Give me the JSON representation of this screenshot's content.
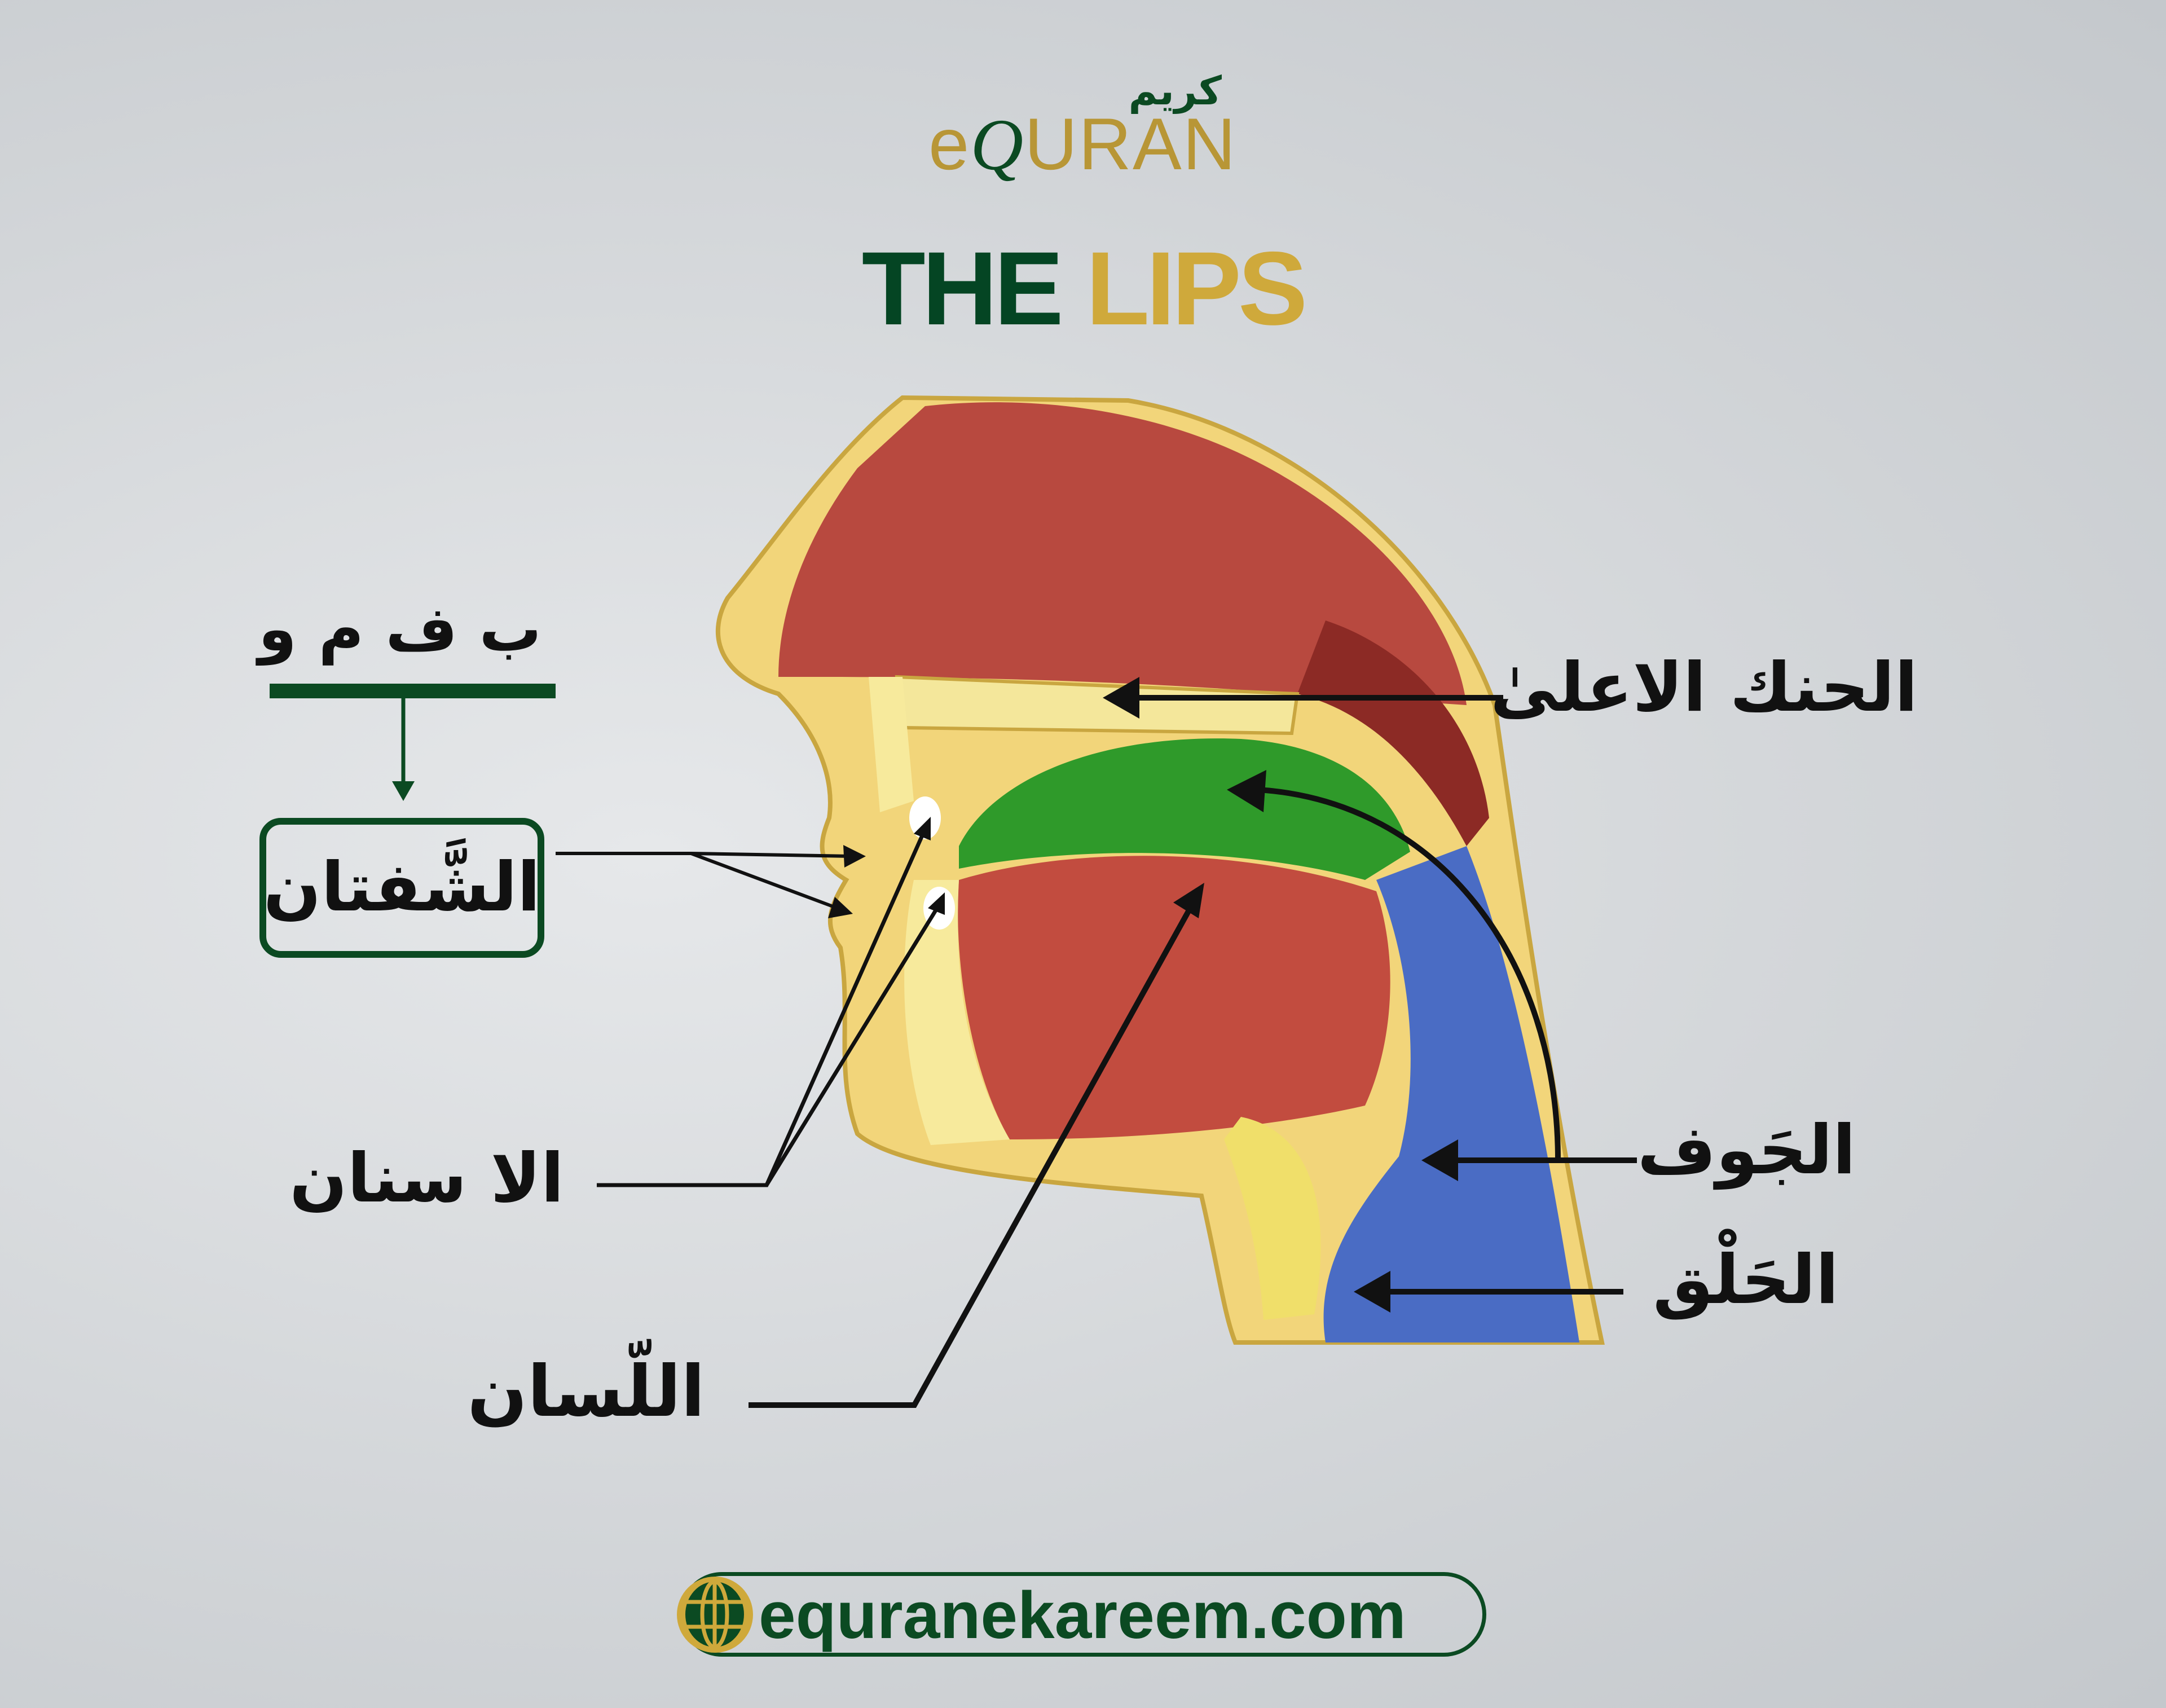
{
  "logo": {
    "arabic": "كريم",
    "e": "e",
    "q": "Q",
    "rest": "URAN"
  },
  "title": {
    "part1": "THE",
    "part2": "LIPS"
  },
  "labels": {
    "letters": "ب ف م و",
    "lips": "الشَّفتان",
    "teeth": "الا سنان",
    "tongue": "اللّسان",
    "palate": "الحنك الاعلىٰ",
    "jawf": "الجَوف",
    "throat": "الحَلْق"
  },
  "footer": {
    "url": "equranekareem.com",
    "icon": "globe-icon"
  },
  "colors": {
    "green": "#0b4a22",
    "gold": "#cfa93b"
  }
}
